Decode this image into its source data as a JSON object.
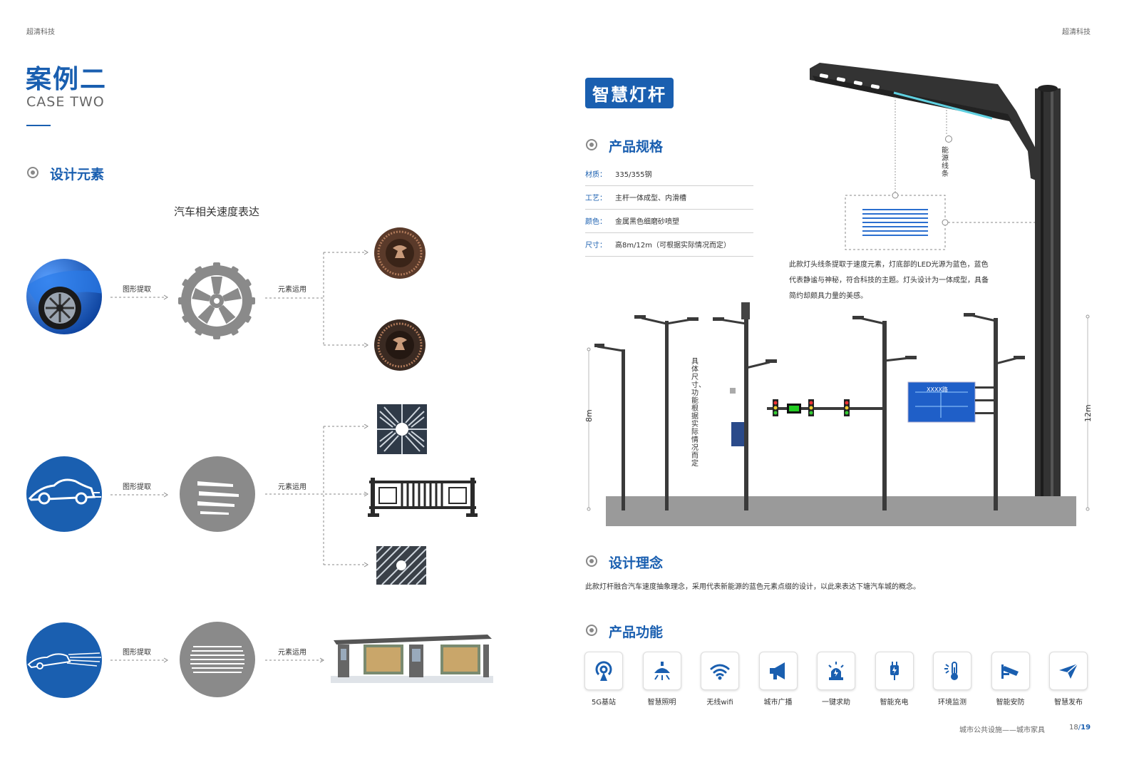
{
  "left": {
    "brand": "超清科技",
    "title": "案例二",
    "title_en": "CASE TWO",
    "section": "设计元素",
    "subtitle": "汽车相关速度表达",
    "rows": [
      {
        "extract_label": "图形提取",
        "apply_label": "元素运用"
      },
      {
        "extract_label": "图形提取",
        "apply_label": "元素运用"
      },
      {
        "extract_label": "图形提取",
        "apply_label": "元素运用"
      }
    ]
  },
  "right": {
    "brand": "超清科技",
    "badge": "智慧灯杆",
    "spec_section": "产品规格",
    "specs": [
      {
        "key": "材质：",
        "value": "335/355钢"
      },
      {
        "key": "工艺：",
        "value": "主杆一体成型、内滑槽"
      },
      {
        "key": "颜色：",
        "value": "金属黑色细磨砂喷塑"
      },
      {
        "key": "尺寸：",
        "value": "高8m/12m（可根据实际情况而定）"
      }
    ],
    "energy_label": "能源线条",
    "desc_lines": [
      "此款灯头线条提取于速度元素，灯底部的LED光源为蓝色，蓝色",
      "代表静谧与神秘，符合科技的主题。灯头设计为一体成型，具备",
      "简约却颇具力量的美感。"
    ],
    "height_8": "8m",
    "height_12": "12m",
    "size_note": "具体尺寸、功能根据实际情况而定",
    "sign_top": "XXXX路",
    "concept_section": "设计理念",
    "concept_text": "此款灯杆融合汽车速度抽象理念，采用代表新能源的蓝色元素点缀的设计，以此来表达下塘汽车城的概念。",
    "func_section": "产品功能",
    "functions": [
      {
        "label": "5G基站",
        "icon": "antenna-icon"
      },
      {
        "label": "智慧照明",
        "icon": "lamp-icon"
      },
      {
        "label": "无线wifi",
        "icon": "wifi-icon"
      },
      {
        "label": "城市广播",
        "icon": "megaphone-icon"
      },
      {
        "label": "一键求助",
        "icon": "alarm-icon"
      },
      {
        "label": "智能充电",
        "icon": "charger-icon"
      },
      {
        "label": "环境监测",
        "icon": "thermometer-icon"
      },
      {
        "label": "智能安防",
        "icon": "camera-icon"
      },
      {
        "label": "智慧发布",
        "icon": "paper-plane-icon"
      }
    ],
    "footer_text": "城市公共设施——城市家具",
    "page_current": "18",
    "page_sep": "/",
    "page_total": "19"
  },
  "colors": {
    "brand_blue": "#1a5fb0",
    "gray_disc": "#8a8a8a",
    "pole": "#3a3a3a",
    "led_blue": "#2b6fcf"
  }
}
